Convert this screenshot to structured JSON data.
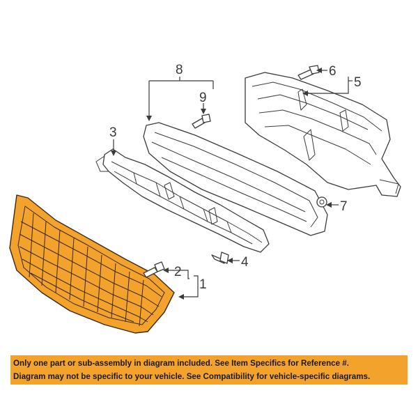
{
  "callouts": {
    "c1": "1",
    "c2": "2",
    "c3": "3",
    "c4": "4",
    "c5": "5",
    "c6": "6",
    "c7": "7",
    "c8": "8",
    "c9": "9"
  },
  "disclaimer": {
    "line1": "Only one part or sub-assembly in diagram included. See Item Specifics for Reference #.",
    "line2": "Diagram may not be specific to your vehicle. See Compatibility for vehicle-specific diagrams."
  },
  "colors": {
    "highlight_part": "#f3a22c",
    "banner": "#f3a22c",
    "line": "#3a3a3a"
  }
}
